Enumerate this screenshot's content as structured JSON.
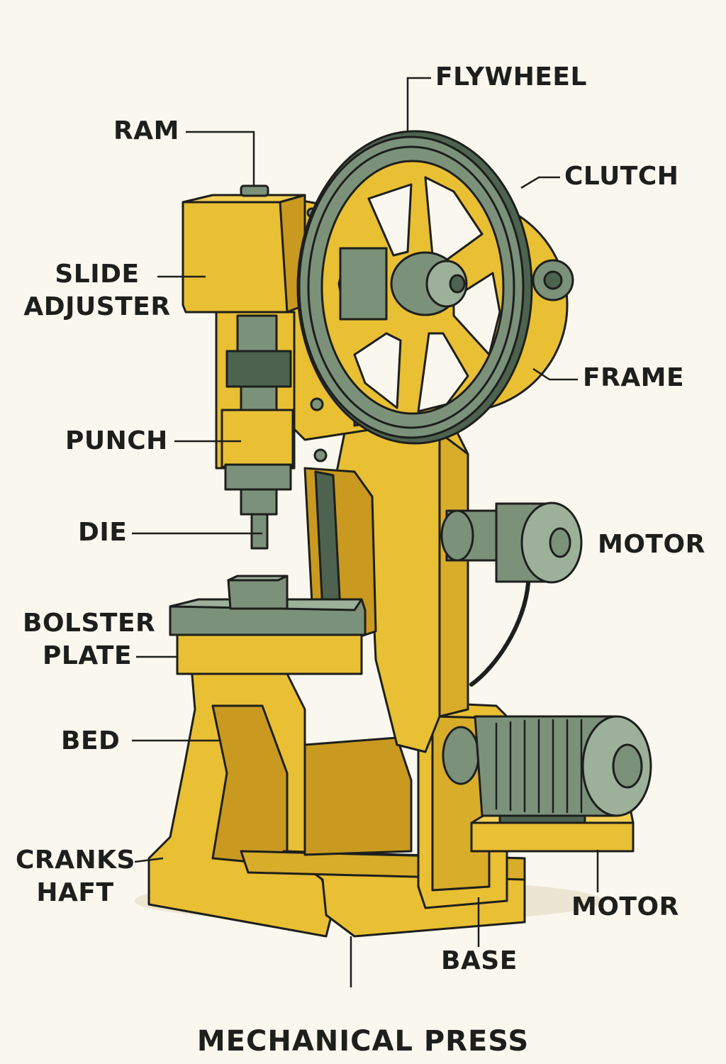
{
  "title": "MECHANICAL PRESS",
  "colors": {
    "body": "#e9bf33",
    "body_shade": "#c99a1f",
    "metal": "#7c917a",
    "metal_dark": "#4d6350",
    "outline": "#1d1f1c",
    "background": "#faf7ee"
  },
  "labels": {
    "flywheel": [
      "FLYWHEEL"
    ],
    "ram": [
      "RAM"
    ],
    "clutch": [
      "CLUTCH"
    ],
    "slide_adjuster": [
      "SLIDE",
      "ADJUSTER"
    ],
    "frame": [
      "FRAME"
    ],
    "punch": [
      "PUNCH"
    ],
    "die": [
      "DIE"
    ],
    "motor_upper": [
      "MOTOR"
    ],
    "bolster_plate": [
      "BOLSTER",
      "PLATE"
    ],
    "bed": [
      "BED"
    ],
    "crankshaft": [
      "CRANKS",
      "HAFT"
    ],
    "motor_lower": [
      "MOTOR"
    ],
    "base": [
      "BASE"
    ]
  }
}
